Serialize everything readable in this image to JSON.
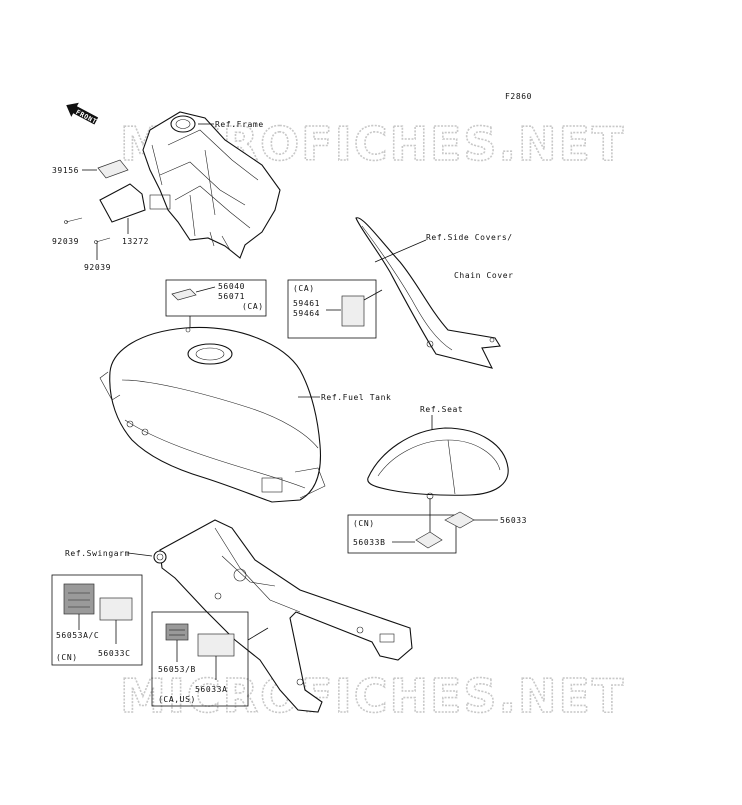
{
  "diagram_code": "F2860",
  "watermark": "MICROFICHES.NET",
  "front_arrow": "FRONT",
  "refs": {
    "frame": "Ref.Frame",
    "side_covers_1": "Ref.Side Covers/",
    "side_covers_2": "Chain Cover",
    "fuel_tank": "Ref.Fuel Tank",
    "seat": "Ref.Seat",
    "swingarm": "Ref.Swingarm"
  },
  "parts": {
    "p39156": "39156",
    "p92039a": "92039",
    "p92039b": "92039",
    "p13272": "13272",
    "p56040": "56040",
    "p56071": "56071",
    "p56071_note": "(CA)",
    "ca_side": "(CA)",
    "p59461": "59461",
    "p59464": "59464",
    "cn_seat": "(CN)",
    "p56033b": "56033B",
    "p56033": "56033",
    "p56053ac": "56053A/C",
    "p56033c": "56033C",
    "cn_swing": "(CN)",
    "p56053b": "56053/B",
    "p56033a": "56033A",
    "ca_us": "(CA,US)"
  }
}
